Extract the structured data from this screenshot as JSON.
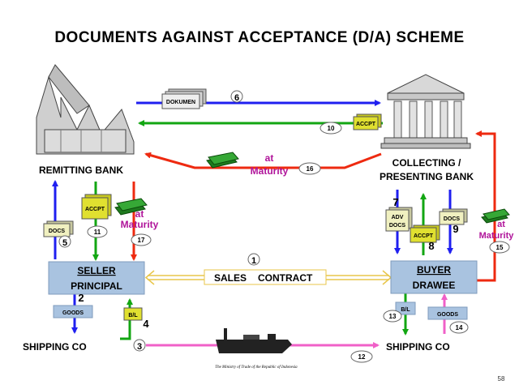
{
  "title": "DOCUMENTS  AGAINST  ACCEPTANCE  (D/A)  SCHEME",
  "labels": {
    "remitting_bank": "REMITTING BANK",
    "collecting_bank_1": "COLLECTING /",
    "collecting_bank_2": "PRESENTING BANK",
    "seller_1": "SELLER",
    "seller_2": "PRINCIPAL",
    "buyer_1": "BUYER",
    "buyer_2": "DRAWEE",
    "shipping_left": "SHIPPING CO",
    "shipping_right": "SHIPPING CO",
    "sales_contract_1": "SALES",
    "sales_contract_2": "CONTRACT",
    "dokumen": "DOKUMEN",
    "accpt": "ACCPT",
    "docs": "DOCS",
    "adv_docs_1": "ADV",
    "adv_docs_2": "DOCS",
    "goods": "GOODS",
    "bl": "B/L",
    "at": "at",
    "maturity": "Maturity",
    "ministry": "The Ministry of Trade of the Republic of Indonesia",
    "page_number": "58"
  },
  "steps": {
    "s1": "1",
    "s2": "2",
    "s3": "3",
    "s4": "4",
    "s5": "5",
    "s6": "6",
    "s7": "7",
    "s8": "8",
    "s9": "9",
    "s10": "10",
    "s11": "11",
    "s12": "12",
    "s13": "13",
    "s14": "14",
    "s15": "15",
    "s16": "16",
    "s17": "17"
  },
  "colors": {
    "blue": "#1f1ff0",
    "green": "#12a612",
    "red": "#ee2a10",
    "pink": "#f060c8",
    "magenta": "#b0149a",
    "orange": "#e86a10",
    "box_fill": "#a9c3e0",
    "accpt_fill": "#e0e030"
  },
  "icons": [
    "factory-icon",
    "bank-building-icon",
    "cargo-ship-icon",
    "money-stack-icon",
    "document-icon"
  ]
}
